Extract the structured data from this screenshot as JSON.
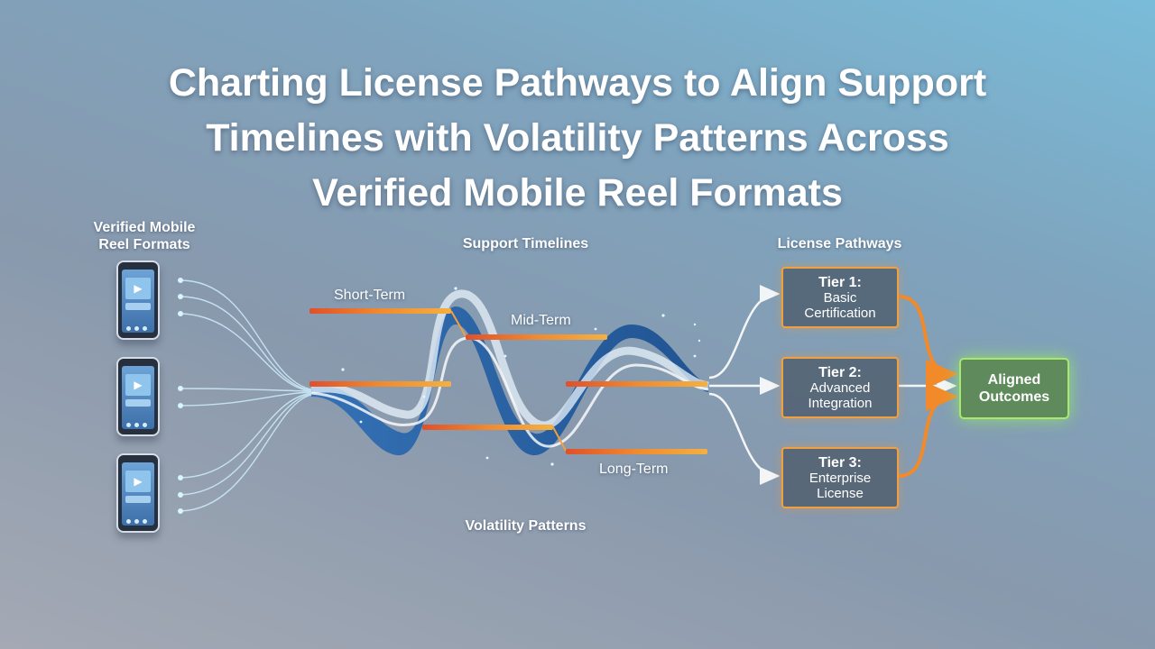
{
  "title": {
    "line1": "Charting License Pathways to Align Support",
    "line2": "Timelines with Volatility Patterns Across",
    "line3": "Verified Mobile Reel Formats"
  },
  "sections": {
    "reel_formats": {
      "line1": "Verified Mobile",
      "line2": "Reel Formats"
    },
    "support_timelines": "Support Timelines",
    "license_pathways": "License Pathways",
    "volatility_patterns": "Volatility Patterns"
  },
  "timelines": {
    "short_term": "Short-Term",
    "mid_term": "Mid-Term",
    "long_term": "Long-Term"
  },
  "tiers": [
    {
      "name": "Tier 1:",
      "line1": "Basic",
      "line2": "Certification"
    },
    {
      "name": "Tier 2:",
      "line1": "Advanced",
      "line2": "Integration"
    },
    {
      "name": "Tier 3:",
      "line1": "Enterprise",
      "line2": "License"
    }
  ],
  "outcome": {
    "line1": "Aligned",
    "line2": "Outcomes"
  },
  "phones": [
    {
      "icon": "play-icon"
    },
    {
      "icon": "play-icon"
    },
    {
      "icon": "play-icon"
    }
  ],
  "colors": {
    "accent_orange": "#f0a040",
    "timeline_bar": "#e8742a",
    "wave_blue": "#1e5a9e",
    "outcome_green": "#a8e86a"
  }
}
